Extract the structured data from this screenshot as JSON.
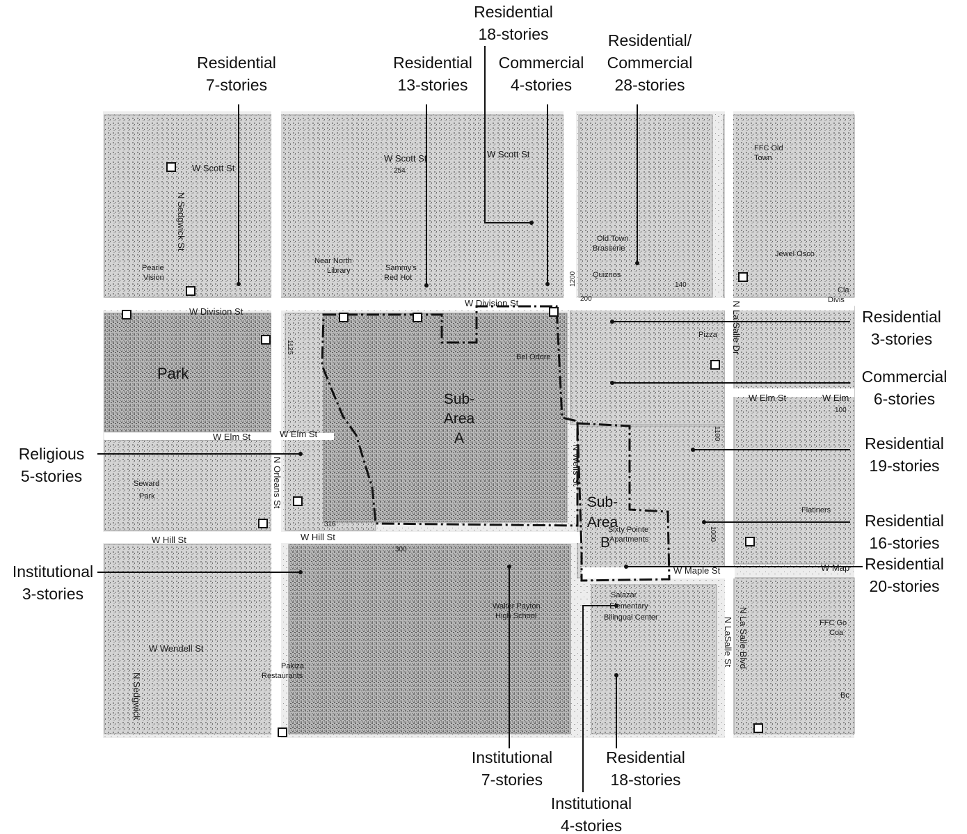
{
  "subareas": [
    {
      "id": "A",
      "lines": [
        "Sub-",
        "Area",
        "A"
      ]
    },
    {
      "id": "B",
      "lines": [
        "Sub-",
        "Area",
        "B"
      ]
    }
  ],
  "callouts": {
    "res7": [
      "Residential",
      "7-stories"
    ],
    "res13": [
      "Residential",
      "13-stories"
    ],
    "res18top": [
      "Residential",
      "18-stories"
    ],
    "com4": [
      "Commercial",
      "4-stories"
    ],
    "rescom28": [
      "Residential/",
      "Commercial",
      "28-stories"
    ],
    "res3": [
      "Residential",
      "3-stories"
    ],
    "com6": [
      "Commercial",
      "6-stories"
    ],
    "res19": [
      "Residential",
      "19-stories"
    ],
    "res16": [
      "Residential",
      "16-stories"
    ],
    "res20": [
      "Residential",
      "20-stories"
    ],
    "rel5": [
      "Religious",
      "5-stories"
    ],
    "inst3": [
      "Institutional",
      "3-stories"
    ],
    "inst7": [
      "Institutional",
      "7-stories"
    ],
    "res18bot": [
      "Residential",
      "18-stories"
    ],
    "inst4": [
      "Institutional",
      "4-stories"
    ]
  },
  "streets": {
    "w_scott_1": "W Scott St",
    "w_scott_2": "W Scott St",
    "w_scott_3": "W Scott St",
    "w_division_1": "W Division St",
    "w_division_2": "W Division St",
    "w_elm_1": "W Elm St",
    "w_elm_2": "W Elm St",
    "w_elm_3": "W Elm St",
    "w_elm_4": "W Elm",
    "w_hill_1": "W Hill St",
    "w_hill_2": "W Hill St",
    "w_maple_1": "W Maple St",
    "w_maple_2": "W Map",
    "w_wendell": "W Wendell St",
    "n_sedgwick_1": "N Sedgwick St",
    "n_sedgwick_2": "N Sedgwick",
    "n_orleans": "N Orleans St",
    "n_wells": "N Wells St",
    "n_lasalle_dr": "N La Salle Dr",
    "n_lasalle_blvd": "N La Salle Blvd",
    "n_lasalle_st": "N LaSalle St"
  },
  "places": {
    "park": "Park",
    "seward_park": [
      "Seward",
      "Park"
    ],
    "pearle_vision": [
      "Pearle",
      "Vision"
    ],
    "near_north_library": [
      "Near North",
      "Library"
    ],
    "sammys": [
      "Sammy's",
      "Red Hot"
    ],
    "old_town_brasserie": [
      "Old Town",
      "Brasserie"
    ],
    "quiznos": "Quiznos",
    "ffc_old_town": [
      "FFC Old",
      "Town"
    ],
    "jewel_osco": "Jewel Osco",
    "bel_odore": "Bel Odore",
    "pizza": "Pizza",
    "sixty_six_pointe": [
      "Sixty Pointe",
      "Apartments"
    ],
    "walter_payton": [
      "Walter Payton",
      "High School"
    ],
    "salazar": [
      "Salazar",
      "Elementary",
      "Bilingual Center"
    ],
    "pakiza": [
      "Pakiza",
      "Restaurants"
    ],
    "flatiners": "Flatiners",
    "ffc_gold_coast": [
      "FFC Go",
      "Coa"
    ],
    "clark_division": [
      "Cla",
      "Divis"
    ],
    "to_rightedge": "Bc"
  },
  "numbers": {
    "n1200": "1200",
    "n200": "200",
    "n140": "140",
    "n254": "254",
    "n300": "300",
    "n316": "316",
    "n1100": "1100",
    "n100": "100",
    "n1000": "1000",
    "n1125": "1125"
  },
  "colors": {
    "ink": "#111111",
    "block_fill": "#c8c8c8",
    "block_dark": "#9c9c9c",
    "paper": "#ffffff"
  }
}
